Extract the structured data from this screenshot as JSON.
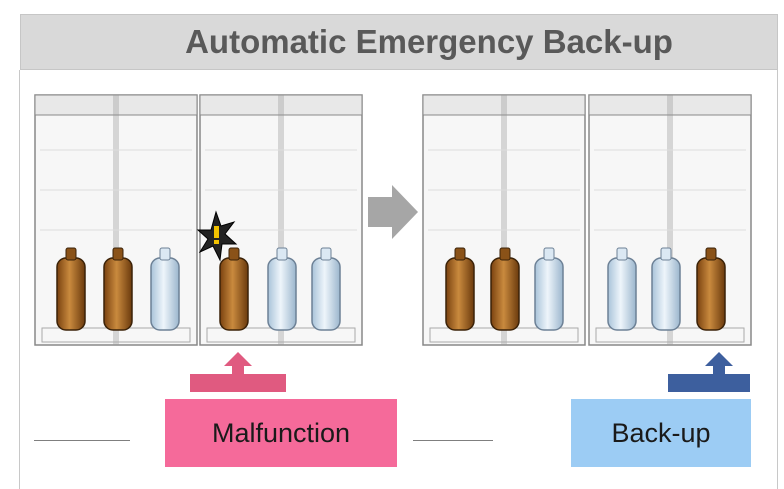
{
  "title": "Automatic Emergency Back-up",
  "labels": {
    "malfunction": "Malfunction",
    "backup": "Back-up"
  },
  "colors": {
    "title_bg": "#d9d9d9",
    "title_text": "#595959",
    "malfunction_bg": "#f56a9a",
    "backup_bg": "#9cccf4",
    "active_compressor": "#b5702a",
    "standby_compressor": "#cfe0ee",
    "arrow": "#a6a6a6",
    "malfunction_arrow": "#e05a80",
    "backup_arrow": "#3d5f9e"
  },
  "units": {
    "before": {
      "modules": [
        {
          "compressors": [
            {
              "state": "active"
            },
            {
              "state": "active"
            },
            {
              "state": "standby"
            }
          ]
        },
        {
          "compressors": [
            {
              "state": "malfunction"
            },
            {
              "state": "standby"
            },
            {
              "state": "standby"
            }
          ]
        }
      ]
    },
    "after": {
      "modules": [
        {
          "compressors": [
            {
              "state": "active"
            },
            {
              "state": "active"
            },
            {
              "state": "standby"
            }
          ]
        },
        {
          "compressors": [
            {
              "state": "standby"
            },
            {
              "state": "standby"
            },
            {
              "state": "active"
            }
          ]
        }
      ]
    }
  }
}
